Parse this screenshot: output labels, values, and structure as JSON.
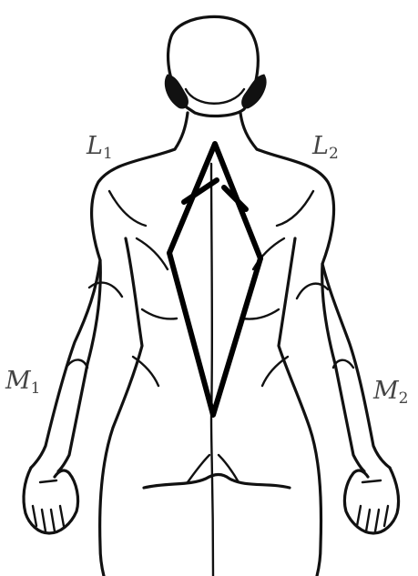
{
  "labels": {
    "L1": {
      "letter": "L",
      "sub": "1"
    },
    "L2": {
      "letter": "L",
      "sub": "2"
    },
    "M1": {
      "letter": "M",
      "sub": "1"
    },
    "M2": {
      "letter": "M",
      "sub": "2"
    }
  },
  "colors": {
    "ink": "#111111",
    "label": "#444444",
    "background": "#ffffff"
  }
}
